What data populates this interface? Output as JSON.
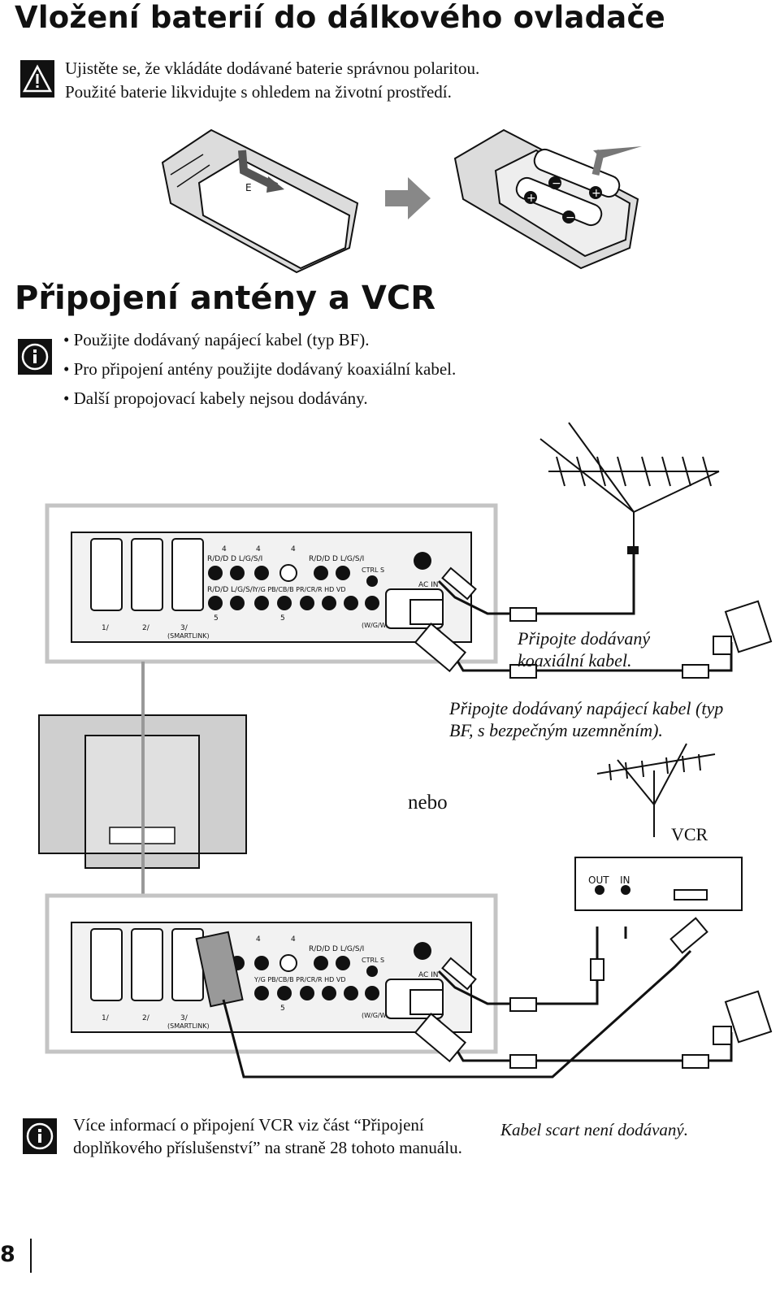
{
  "section1": {
    "title": "Vložení baterií do dálkového ovladače",
    "warning_lines": [
      "Ujistěte se, že vkládáte dodávané baterie správnou polaritou.",
      "Použité baterie likvidujte s ohledem na životní prostředí."
    ],
    "battery_marks": [
      "+",
      "−",
      "+",
      "−"
    ]
  },
  "section2": {
    "title": "Připojení antény a VCR",
    "bullets": [
      "Použijte dodávaný napájecí kabel (typ BF).",
      "Pro připojení antény použijte dodávaný koaxiální kabel.",
      "Další propojovací kabely nejsou dodávány."
    ]
  },
  "diagram": {
    "coax_caption_lines": [
      "Připojte dodávaný",
      "koaxiální kabel."
    ],
    "power_caption_lines": [
      "Připojte dodávaný napájecí kabel (typ",
      "BF, s bezpečným uzemněním)."
    ],
    "or_label": "nebo",
    "vcr_label": "VCR",
    "vcr_out": "OUT",
    "vcr_in": "IN",
    "panel_labels": {
      "ac_in": "AC IN",
      "ctrl_s": "CTRL S",
      "rddd_lgs": "R/D/D D L/G/S/I",
      "rddd_lgs_short": "R/D/D L/G/S/I",
      "component": "Y/G   PB/CB/B  PR/CR/R  HD      VD",
      "in4a": "4",
      "in4b": "4",
      "in4c": "4",
      "in5a": "5",
      "in5b": "5",
      "speaker": "(W/G/W/G)",
      "smartlink": "(SMARTLINK)",
      "scart1": "1/",
      "scart2": "2/",
      "scart3": "3/"
    }
  },
  "footer_note": {
    "lines": [
      "Více informací o připojení VCR viz část “Připojení",
      "doplňkového příslušenství” na straně 28 tohoto manuálu."
    ],
    "scart_note": "Kabel scart není dodávaný."
  },
  "page_number": "8",
  "colors": {
    "ink": "#111111",
    "panel_fill": "#e4e4e4",
    "panel_border": "#bdbdbd",
    "tv_fill": "#cfcfcf"
  }
}
